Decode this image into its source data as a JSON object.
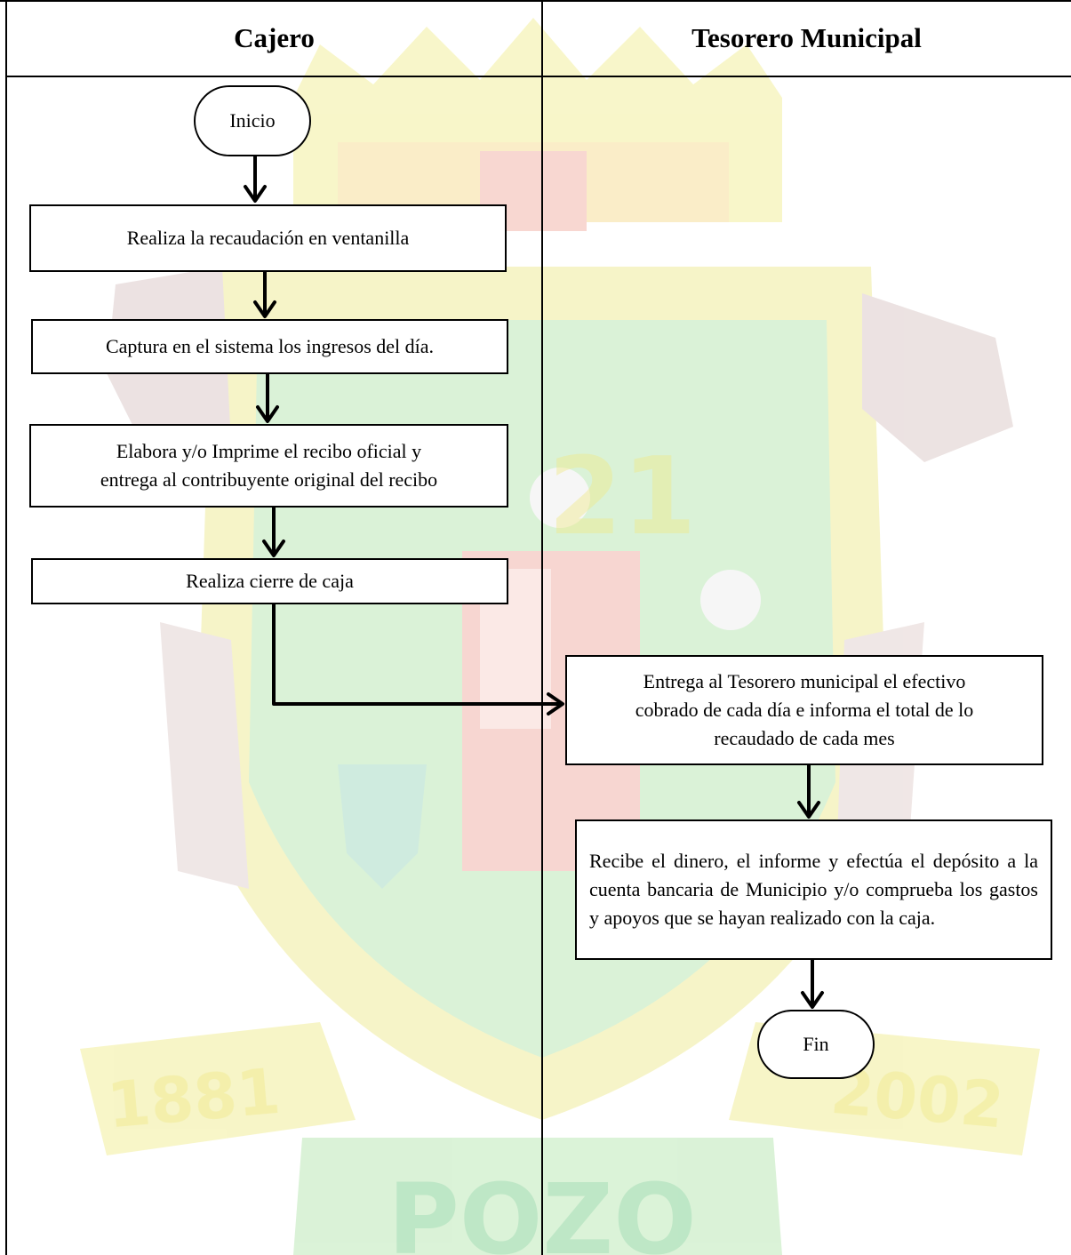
{
  "lanes": [
    {
      "name": "Cajero"
    },
    {
      "name": "Tesorero Municipal"
    }
  ],
  "nodes": {
    "inicio": "Inicio",
    "recaudacion": "Realiza la recaudación en ventanilla",
    "captura": "Captura en el sistema los ingresos del día.",
    "recibo_line1": "Elabora y/o Imprime el recibo oficial y",
    "recibo_line2": "entrega al contribuyente original del recibo",
    "cierre": "Realiza cierre de caja",
    "entrega_line1": "Entrega al Tesorero municipal el efectivo",
    "entrega_line2": "cobrado de cada día e informa el total de lo",
    "entrega_line3": "recaudado de cada mes",
    "deposito": "Recibe el dinero, el informe y efectúa el depósito a la cuenta bancaria de Municipio y/o comprueba los gastos y apoyos que se hayan realizado con la caja.",
    "fin": "Fin"
  },
  "watermark": {
    "top_numbers": "21",
    "left_year": "1881",
    "right_year": "2002",
    "bottom_word": "POZO",
    "colors": [
      "#f2ee9a",
      "#b8e8b4",
      "#f2b0a8",
      "#d9c6c4"
    ]
  }
}
